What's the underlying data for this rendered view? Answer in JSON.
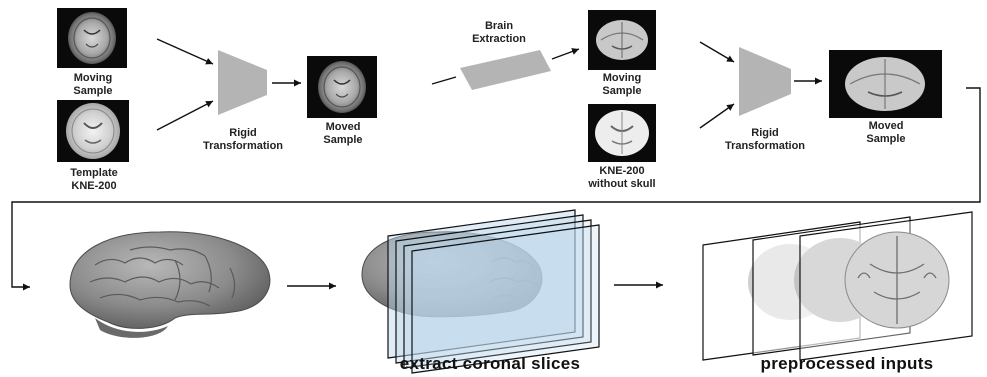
{
  "top_row": {
    "moving_sample_1": [
      "Moving",
      "Sample"
    ],
    "template": [
      "Template",
      "KNE-200"
    ],
    "rigid_1": [
      "Rigid",
      "Transformation"
    ],
    "moved_sample_1": [
      "Moved",
      "Sample"
    ],
    "brain_extraction": [
      "Brain",
      "Extraction"
    ],
    "moving_sample_2": [
      "Moving",
      "Sample"
    ],
    "kne_no_skull": [
      "KNE-200",
      "without skull"
    ],
    "rigid_2": [
      "Rigid",
      "Transformation"
    ],
    "moved_sample_2": [
      "Moved",
      "Sample"
    ]
  },
  "bottom_row": {
    "extract_caption": "extract coronal slices",
    "preprocessed_caption": "preprocessed inputs"
  },
  "colors": {
    "block_gray": "#b4b4b4",
    "slice_blue": "#bcd6ec",
    "brain_gray": "#8a8a8a",
    "arrow": "#111111"
  }
}
